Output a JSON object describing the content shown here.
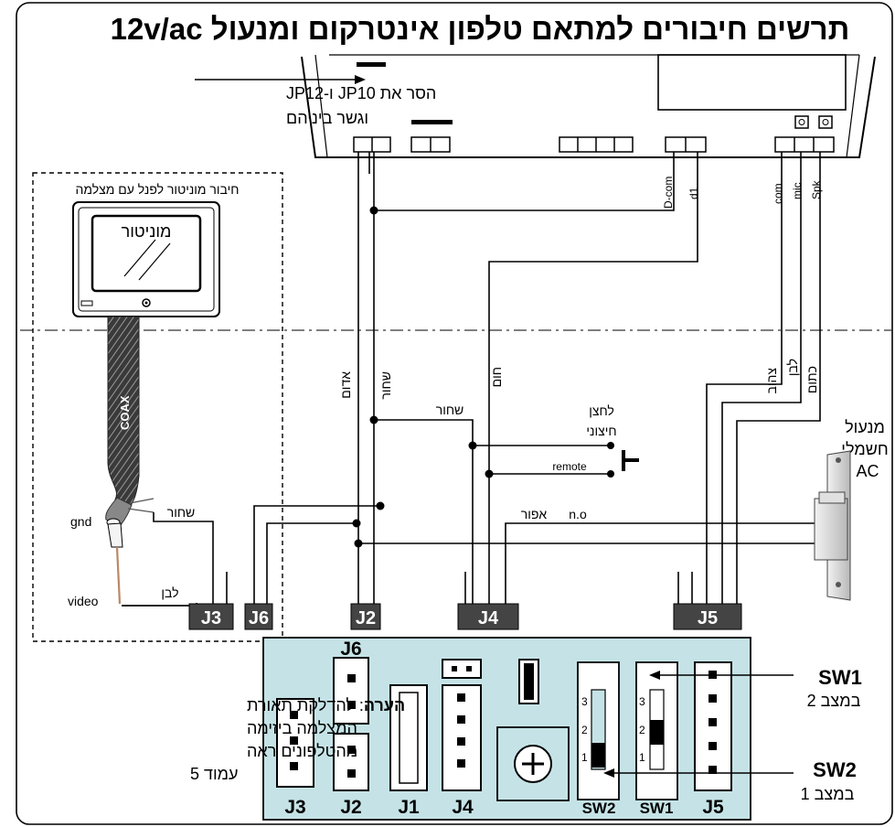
{
  "title": "תרשים חיבורים למתאם טלפון אינטרקום ומנעול 12v/ac",
  "jumper_note": {
    "line1": "הסר את  JP10 ו-JP12",
    "line2": "וגשר ביניהם"
  },
  "monitor_section": {
    "caption": "חיבור מוניטור לפנל עם מצלמה",
    "screen_label": "מוניטור",
    "cable_label": "COAX"
  },
  "coax_labels": {
    "gnd": "gnd",
    "video": "video",
    "black": "שחור",
    "white": "לבן"
  },
  "terminal_labels": [
    "D-com",
    "d1",
    "com",
    "mic",
    "Spk"
  ],
  "wire_colors": {
    "red": "אדום",
    "black": "שחור",
    "brown": "חום",
    "yellow": "צהוב",
    "white": "לבן",
    "orange": "כתום"
  },
  "button": {
    "line1": "לחצן",
    "line2": "חיצוני",
    "black": "שחור",
    "remote": "remote"
  },
  "lock": {
    "line1": "מנעול",
    "line2": "חשמלי",
    "line3": "AC",
    "gray": "אפור",
    "no": "n.o"
  },
  "cable_connectors": [
    "J3",
    "J6",
    "J2",
    "J4",
    "J5"
  ],
  "pcb_labels": {
    "j6": "J6",
    "bottom": [
      "J3",
      "J2",
      "J1",
      "J4",
      "SW2",
      "SW1",
      "J5"
    ],
    "ticks": [
      "3",
      "2",
      "1"
    ]
  },
  "sw1": {
    "name": "SW1",
    "position": "במצב 2"
  },
  "sw2": {
    "name": "SW2",
    "position": "במצב 1"
  },
  "note": {
    "bold": "הערה",
    "rest": ": להדלקת תאורת",
    "line2": "המצלמה ביזימה",
    "line3": "מהטלפונים ראה",
    "line4": "עמוד 5"
  }
}
